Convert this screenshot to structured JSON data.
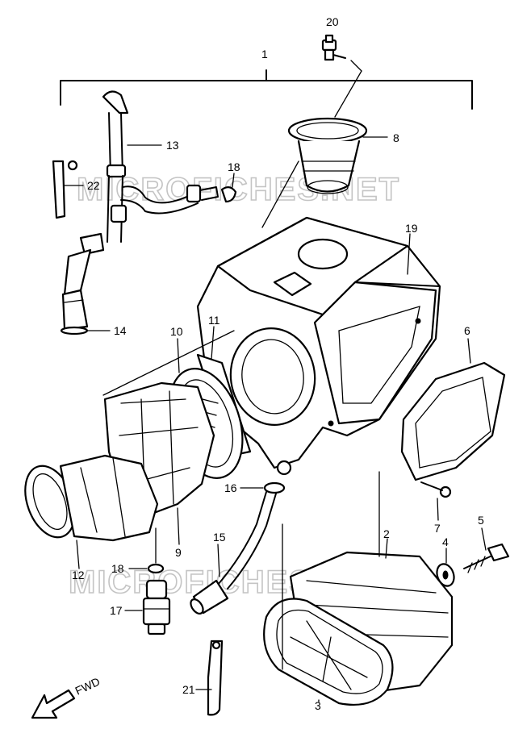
{
  "diagram": {
    "watermark": "MICROFICHES.NET",
    "direction_label": "FWD",
    "callouts": {
      "p1": "1",
      "p2": "2",
      "p3": "3",
      "p4": "4",
      "p5": "5",
      "p6": "6",
      "p7": "7",
      "p8": "8",
      "p9": "9",
      "p10": "10",
      "p11": "11",
      "p12": "12",
      "p13": "13",
      "p14": "14",
      "p15": "15",
      "p16": "16",
      "p17": "17",
      "p18a": "18",
      "p18b": "18",
      "p19": "19",
      "p20": "20",
      "p21": "21",
      "p22": "22"
    }
  }
}
